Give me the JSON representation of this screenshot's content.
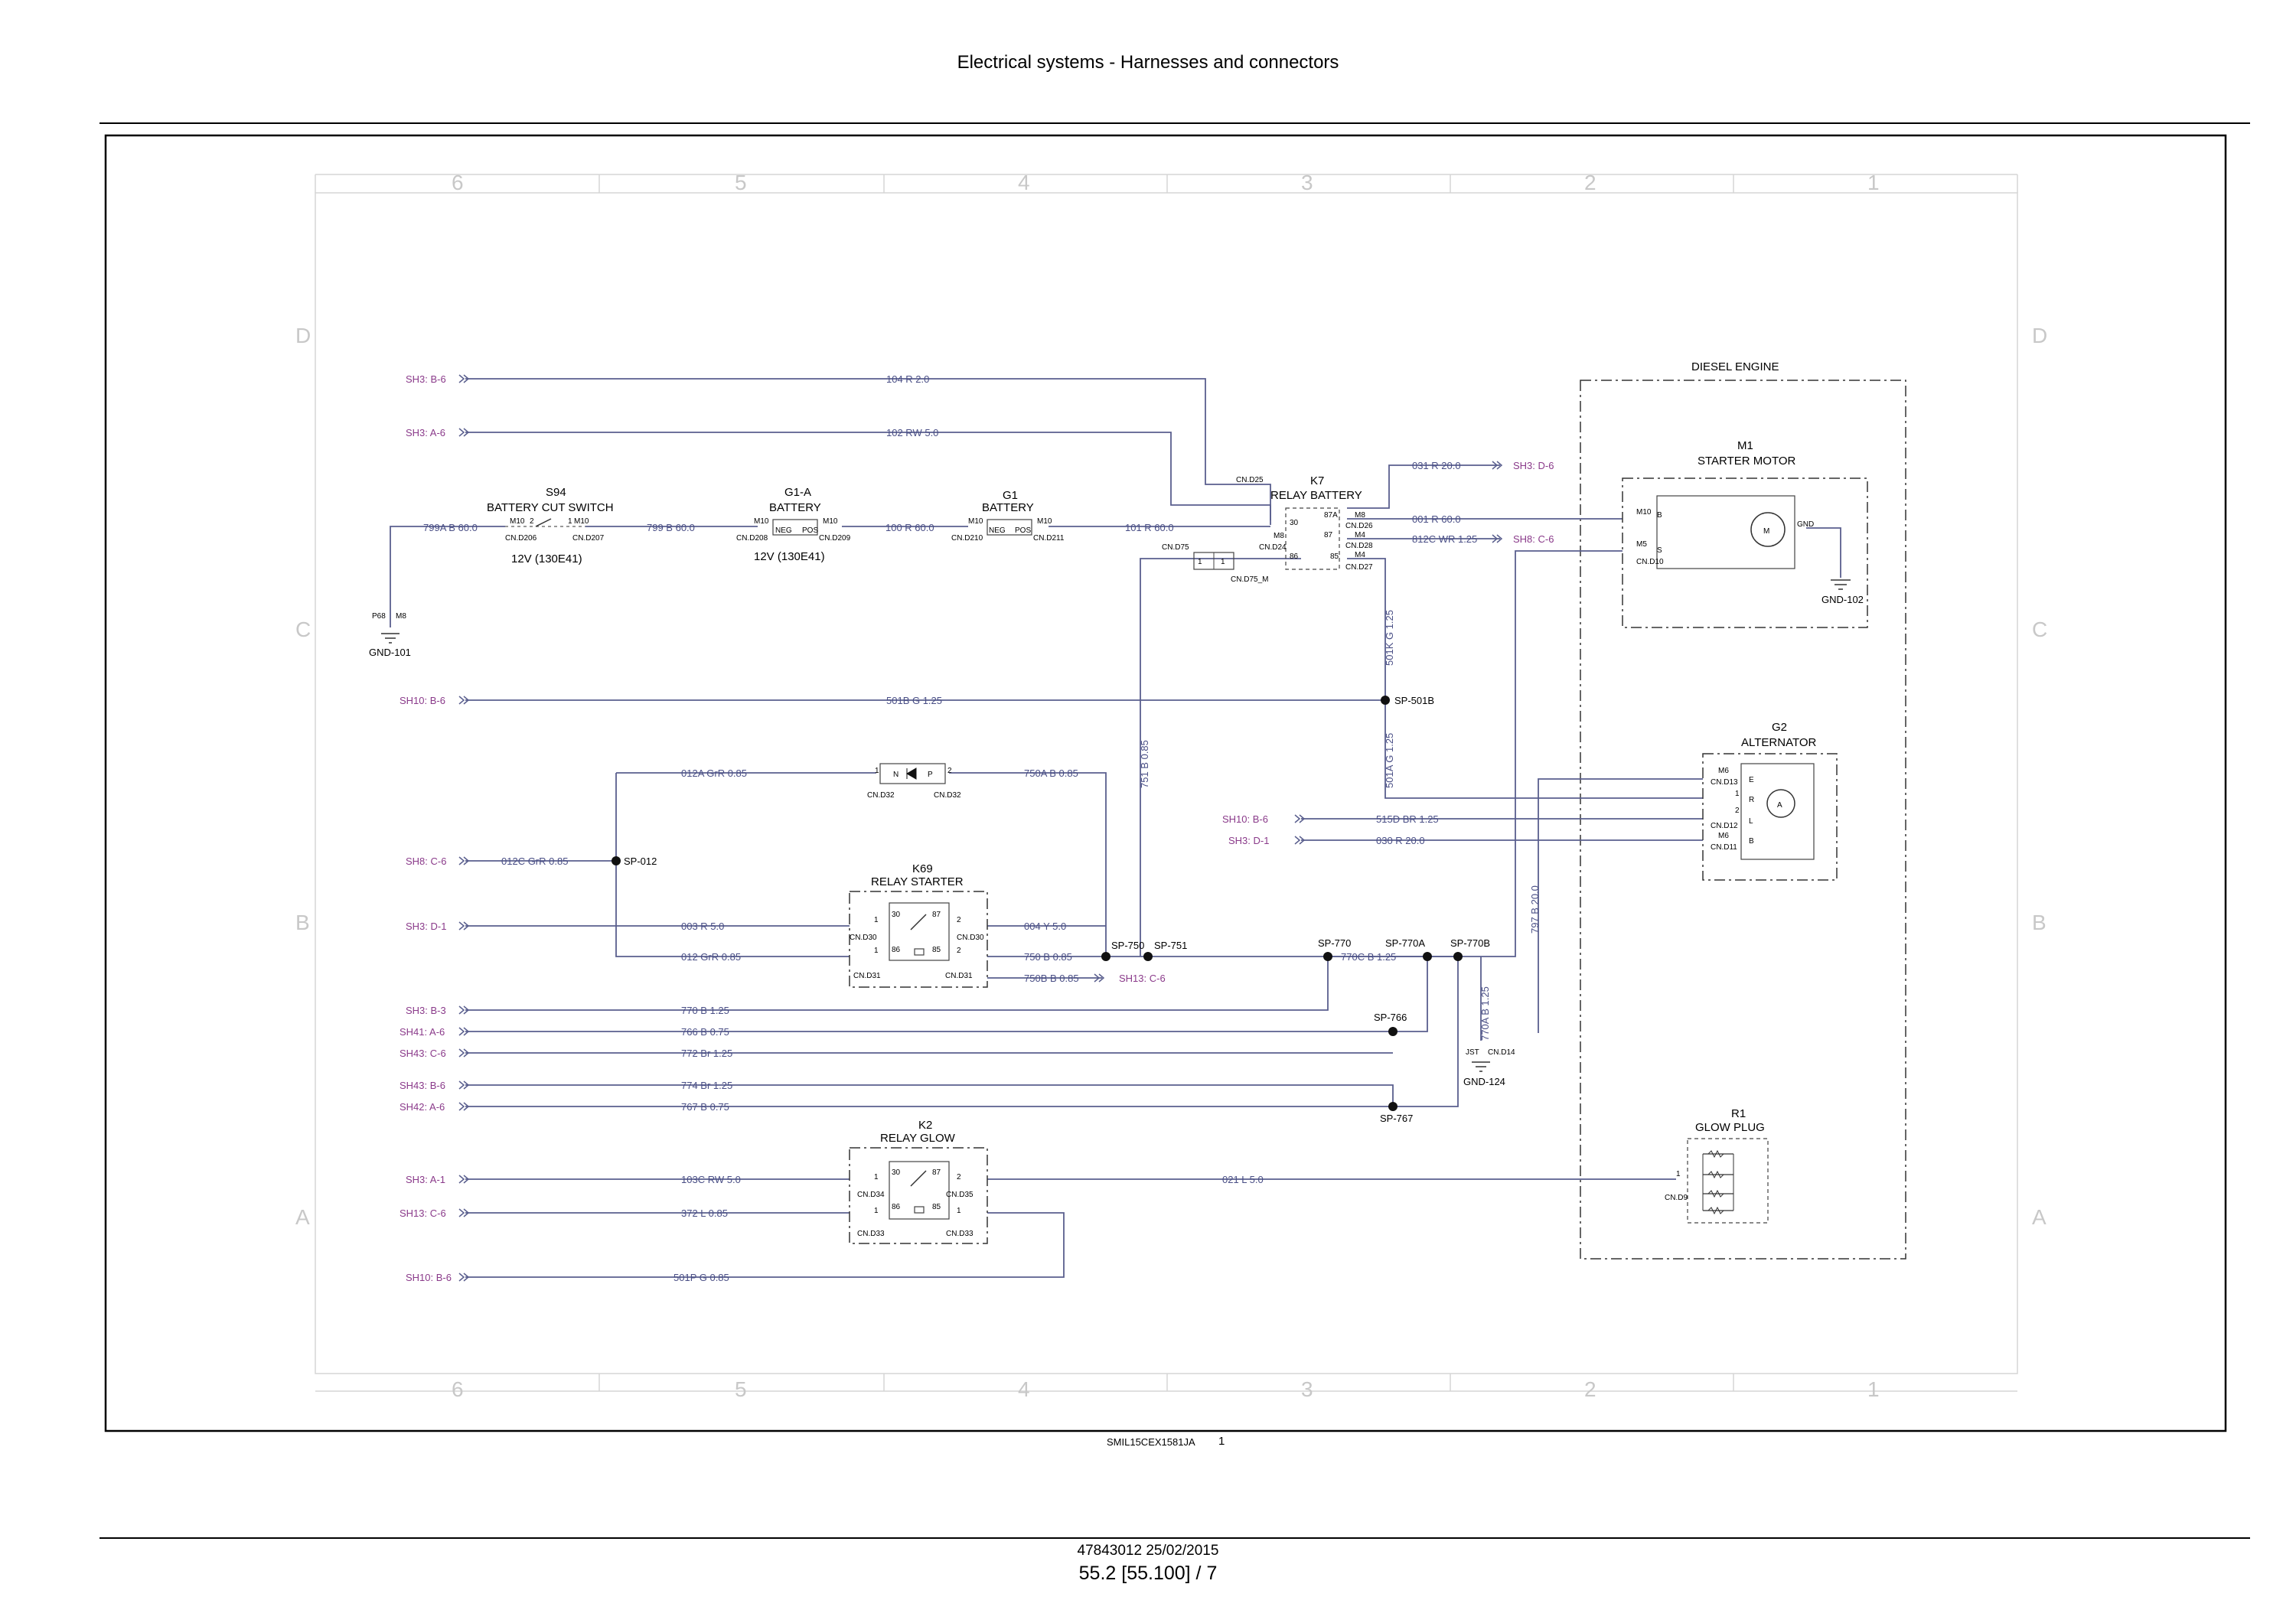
{
  "header": {
    "title": "Electrical systems - Harnesses and connectors"
  },
  "footer": {
    "drawing_ref": "SMIL15CEX1581JA",
    "sheet": "1",
    "doc_id": "47843012 25/02/2015",
    "page": "55.2 [55.100] / 7"
  },
  "grid": {
    "columns": [
      "6",
      "5",
      "4",
      "3",
      "2",
      "1"
    ],
    "rows": [
      "D",
      "C",
      "B",
      "A"
    ]
  },
  "components": {
    "s94": {
      "id": "S94",
      "name": "BATTERY CUT SWITCH",
      "pin_l": "M10",
      "pin_r": "M10",
      "cn_l": "CN.D206",
      "cn_r": "CN.D207",
      "pin_num": "2",
      "pin_num2": "1"
    },
    "g1a": {
      "id": "G1-A",
      "name": "BATTERY",
      "pin_l": "M10",
      "pin_r": "M10",
      "cn_l": "CN.D208",
      "cn_r": "CN.D209",
      "neg": "NEG",
      "pos": "POS",
      "rating": "12V (130E41)"
    },
    "g1": {
      "id": "G1",
      "name": "BATTERY",
      "pin_l": "M10",
      "pin_r": "M10",
      "cn_l": "CN.D210",
      "cn_r": "CN.D211",
      "neg": "NEG",
      "pos": "POS"
    },
    "s94_rating": "12V (130E41)",
    "k7": {
      "id": "K7",
      "name": "RELAY BATTERY",
      "cn_d25": "CN.D25",
      "cn_d24": "CN.D24",
      "cn_d26": "CN.D26",
      "cn_d28": "CN.D28",
      "cn_d27": "CN.D27",
      "m8a": "M8",
      "m8b": "M8",
      "m4a": "M4",
      "m4b": "M4",
      "p30": "30",
      "p87a": "87A",
      "p87": "87",
      "p86": "86",
      "p85": "85"
    },
    "cnd75": {
      "cn": "CN.D75",
      "cn_m": "CN.D75_M",
      "p1": "1",
      "p2": "1"
    },
    "m1": {
      "id": "M1",
      "name": "STARTER MOTOR",
      "m10": "M10",
      "m5": "M5",
      "cn": "CN.D10",
      "gnd": "GND",
      "motor": "M",
      "b": "B",
      "s": "S"
    },
    "engine": {
      "name": "DIESEL ENGINE"
    },
    "g2": {
      "id": "G2",
      "name": "ALTERNATOR",
      "m6a": "M6",
      "m6b": "M6",
      "cn13": "CN.D13",
      "cn12": "CN.D12",
      "cn11": "CN.D11",
      "e": "E",
      "r": "R",
      "l": "L",
      "b": "B",
      "p1": "1",
      "p2": "2",
      "a": "A"
    },
    "diode": {
      "cn_l": "CN.D32",
      "cn_r": "CN.D32",
      "n": "N",
      "p": "P",
      "p1": "1",
      "p2": "2"
    },
    "k69": {
      "id": "K69",
      "name": "RELAY STARTER",
      "cn30": "CN.D30",
      "cn31": "CN.D31",
      "cn30r": "CN.D30",
      "cn31r": "CN.D31",
      "p30": "30",
      "p87": "87",
      "p86": "86",
      "p85": "85",
      "n1": "1",
      "n2": "1",
      "n3": "2",
      "n4": "2"
    },
    "k2": {
      "id": "K2",
      "name": "RELAY GLOW",
      "cn34": "CN.D34",
      "cn35": "CN.D35",
      "cn33": "CN.D33",
      "cn33r": "CN.D33",
      "p30": "30",
      "p87": "87",
      "p86": "86",
      "p85": "85",
      "n1": "1",
      "n2": "1",
      "n3": "2",
      "n4": "1"
    },
    "r1": {
      "id": "R1",
      "name": "GLOW PLUG",
      "cn": "CN.D9",
      "p1": "1"
    },
    "gnd101": {
      "name": "GND-101",
      "pin": "P68",
      "pin2": "M8"
    },
    "gnd102": {
      "name": "GND-102"
    },
    "gnd124": {
      "name": "GND-124",
      "jst": "JST",
      "cn": "CN.D14"
    }
  },
  "refs": [
    "SH3: B-6",
    "SH3: A-6",
    "SH10: B-6",
    "SH8: C-6",
    "SH3: D-1",
    "SH3: B-3",
    "SH41: A-6",
    "SH43: C-6",
    "SH43: B-6",
    "SH42: A-6",
    "SH3: A-1",
    "SH13: C-6",
    "SH10: B-6",
    "SH3: D-6",
    "SH8: C-6",
    "SH10: B-6",
    "SH3: D-1",
    "SH13: C-6"
  ],
  "wires": [
    "104  R  2.0",
    "102  RW  5.0",
    "799A  B  60.0",
    "799  B  60.0",
    "100  R  60.0",
    "101  R  60.0",
    "031  R  20.0",
    "001  R  60.0",
    "812C  WR  1.25",
    "501B  G  1.25",
    "501K  G  1.25",
    "501A  G  1.25",
    "751  B  0.85",
    "012A  GrR  0.85",
    "750A  B  0.85",
    "515D  BR  1.25",
    "030  R  20.0",
    "012C  GrR  0.85",
    "003  R  5.0",
    "004  Y  5.0",
    "012  GrR  0.85",
    "750  B  0.85",
    "750B  B  0.85",
    "770C  B  1.25",
    "797  B  20.0",
    "770  B  1.25",
    "766  B  0.75",
    "772  Br  1.25",
    "774  Br  1.25",
    "767  B  0.75",
    "770A  B  1.25",
    "103C  RW  5.0",
    "021  L  5.0",
    "372  L  0.85",
    "501P  G  0.85"
  ],
  "splices": [
    "SP-501B",
    "SP-012",
    "SP-750",
    "SP-751",
    "SP-770",
    "SP-770A",
    "SP-770B",
    "SP-766",
    "SP-767"
  ],
  "colors": {
    "wire": "#5a5f8e",
    "label": "#4a4f86",
    "ref": "#8a3a8a",
    "grid": "#c8c8c8"
  }
}
